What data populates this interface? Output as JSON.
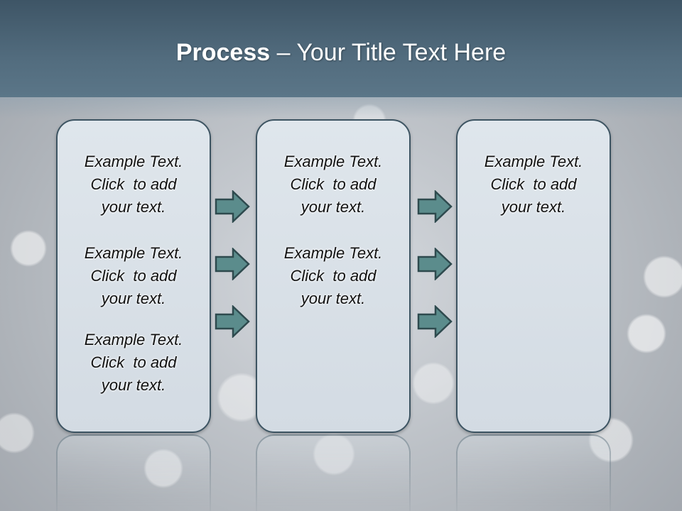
{
  "slide": {
    "title_bold": "Process",
    "title_rest": " – Your Title Text Here"
  },
  "columns": [
    {
      "blocks": [
        {
          "lines": [
            "Example Text.",
            "Click  to add",
            "your text."
          ]
        },
        {
          "lines": [
            "Example Text.",
            "Click  to add",
            "your text."
          ]
        },
        {
          "lines": [
            "Example Text.",
            "Click  to add",
            "your text."
          ]
        }
      ]
    },
    {
      "blocks": [
        {
          "lines": [
            "Example Text.",
            "Click  to add",
            "your text."
          ]
        },
        {
          "lines": [
            "Example Text.",
            "Click  to add",
            "your text."
          ]
        }
      ]
    },
    {
      "blocks": [
        {
          "lines": [
            "Example Text.",
            "Click  to add",
            "your text."
          ]
        }
      ]
    }
  ],
  "colors": {
    "header": "#4a6374",
    "column_border": "#3d5462",
    "column_fill": "#d8e0e7",
    "arrow_fill": "#5b8c8c",
    "arrow_stroke": "#2e4a4e"
  },
  "icons": {
    "arrow": "right-arrow-icon"
  }
}
